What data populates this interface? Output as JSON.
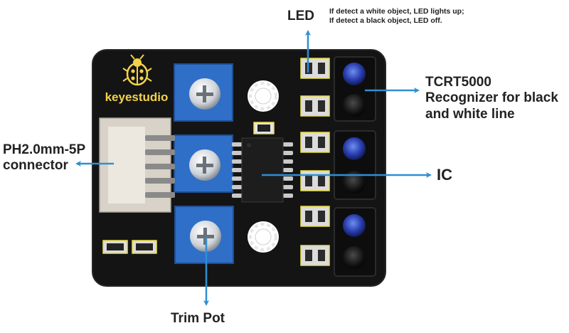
{
  "brand": {
    "logo_text": "keyestudio",
    "logo_color": "#f2d34a"
  },
  "colors": {
    "board": "#121212",
    "arrow": "#2f8fd3",
    "trimpot": "#2f6fc8",
    "header": "#d8d2c8",
    "component_outline": "#e8dc4a"
  },
  "callouts": {
    "led": {
      "title": "LED",
      "note_line1": "If detect a white object, LED lights up;",
      "note_line2": "If detect a black object, LED off."
    },
    "tcrt": {
      "line1": "TCRT5000",
      "line2": "Recognizer for black",
      "line3": "and white line"
    },
    "connector": {
      "line1": "PH2.0mm-5P",
      "line2": "connector"
    },
    "ic": {
      "title": "IC"
    },
    "trimpot": {
      "title": "Trim Pot"
    }
  }
}
